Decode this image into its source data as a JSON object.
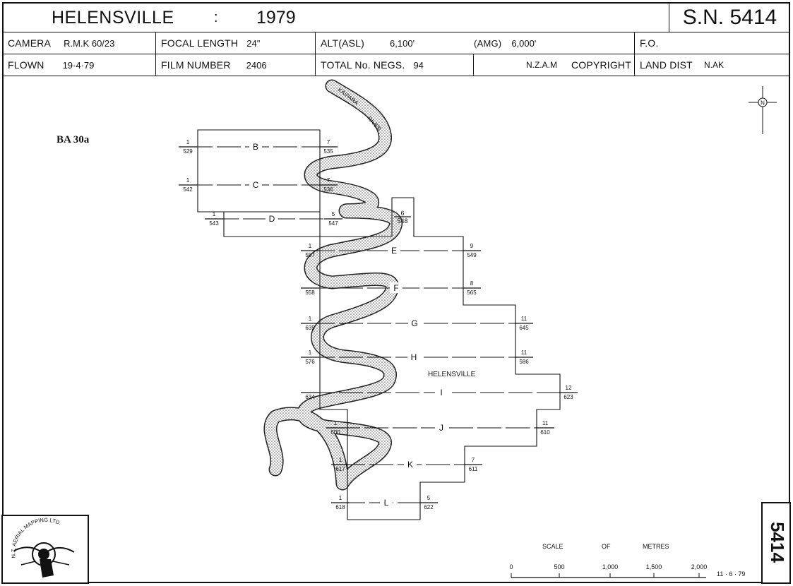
{
  "header": {
    "title": "HELENSVILLE",
    "colon": ":",
    "year": "1979",
    "sn": "S.N. 5414"
  },
  "row1": {
    "camera_label": "CAMERA",
    "camera_value": "R.M.K  60/23",
    "focal_label": "FOCAL LENGTH",
    "focal_value": "24\"",
    "alt_label": "ALT(ASL)",
    "alt_value": "6,100'",
    "amg_label": "(AMG)",
    "amg_value": "6,000'",
    "fo_label": "F.O."
  },
  "row2": {
    "flown_label": "FLOWN",
    "flown_value": "19·4·79",
    "film_label": "FILM NUMBER",
    "film_value": "2406",
    "negs_label": "TOTAL No. NEGS.",
    "negs_value": "94",
    "nzam": "N.Z.A.M",
    "copyright": "COPYRIGHT",
    "land_label": "LAND DIST",
    "land_value": "N.AK"
  },
  "map": {
    "sheet_label": "BA 30a",
    "north_label": "N",
    "river_label_1": "KAIPARA",
    "river_label_2": "RIVER",
    "town_label": "HELENSVILLE",
    "side_number": "5414",
    "logo_text": "N.Z. AERIAL MAPPING LTD.",
    "runs": [
      {
        "letter": "B",
        "left_top": "1",
        "left_bot": "529",
        "right_top": "7",
        "right_bot": "535"
      },
      {
        "letter": "C",
        "left_top": "1",
        "left_bot": "542",
        "right_top": "7",
        "right_bot": "536"
      },
      {
        "letter": "D",
        "left_top": "1",
        "left_bot": "543",
        "right_top": "5",
        "right_bot": "547"
      },
      {
        "letter": "E",
        "left_top": "1",
        "left_bot": "557",
        "right_top": "9",
        "right_bot": "549"
      },
      {
        "letter": "F",
        "left_top": "",
        "left_bot": "558",
        "right_top": "8",
        "right_bot": "565"
      },
      {
        "letter": "G",
        "left_top": "1",
        "left_bot": "635",
        "right_top": "11",
        "right_bot": "645"
      },
      {
        "letter": "H",
        "left_top": "1",
        "left_bot": "576",
        "right_top": "11",
        "right_bot": "586"
      },
      {
        "letter": "I",
        "left_top": "",
        "left_bot": "634",
        "right_top": "12",
        "right_bot": "623"
      },
      {
        "letter": "J",
        "left_top": "1",
        "left_bot": "600",
        "right_top": "11",
        "right_bot": "610"
      },
      {
        "letter": "K",
        "left_top": "1",
        "left_bot": "617",
        "right_top": "7",
        "right_bot": "611"
      },
      {
        "letter": "L",
        "left_top": "1",
        "left_bot": "618",
        "right_top": "5",
        "right_bot": "622"
      }
    ],
    "extra_label": {
      "top": "6",
      "bot": "548"
    },
    "scale": {
      "scale_word": "SCALE",
      "of_word": "OF",
      "unit_word": "METRES",
      "ticks": [
        "0",
        "500",
        "1,000",
        "1,500",
        "2,000"
      ],
      "date": "11 · 6 · 79"
    }
  }
}
